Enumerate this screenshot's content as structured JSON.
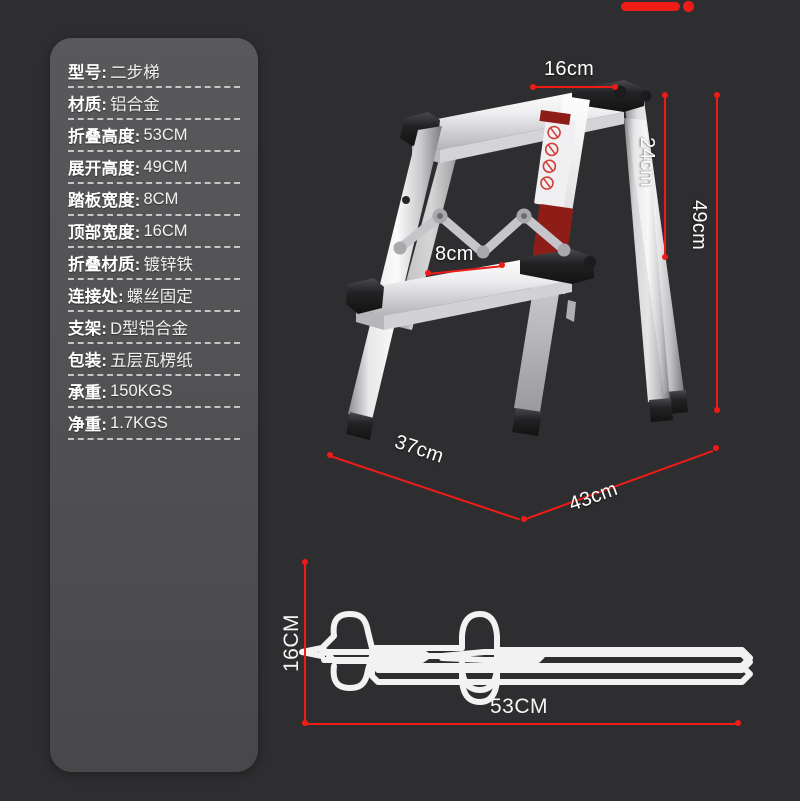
{
  "background_color": "#2e2e30",
  "accent_color": "#ee1b17",
  "panel": {
    "background_color": "#525254",
    "separator_color": "#d9d9d9",
    "specs": [
      {
        "label": "型号:",
        "value": "二步梯"
      },
      {
        "label": "材质:",
        "value": "铝合金"
      },
      {
        "label": "折叠高度:",
        "value": "53CM"
      },
      {
        "label": "展开高度:",
        "value": "49CM"
      },
      {
        "label": "踏板宽度:",
        "value": "8CM"
      },
      {
        "label": "顶部宽度:",
        "value": "16CM"
      },
      {
        "label": "折叠材质:",
        "value": "镀锌铁"
      },
      {
        "label": "连接处:",
        "value": "螺丝固定"
      },
      {
        "label": "支架:",
        "value": "D型铝合金"
      },
      {
        "label": "包装:",
        "value": "五层瓦楞纸"
      },
      {
        "label": "承重:",
        "value": "150KGS"
      },
      {
        "label": "净重:",
        "value": "1.7KGS"
      }
    ]
  },
  "photo_dimensions": {
    "top_width": "16cm",
    "upper_height": "24cm",
    "total_height": "49cm",
    "step_width": "8cm",
    "depth_left": "37cm",
    "depth_right": "43cm"
  },
  "folded_diagram": {
    "height_label": "16CM",
    "length_label": "53CM",
    "outline_color": "#f2f2f2"
  }
}
